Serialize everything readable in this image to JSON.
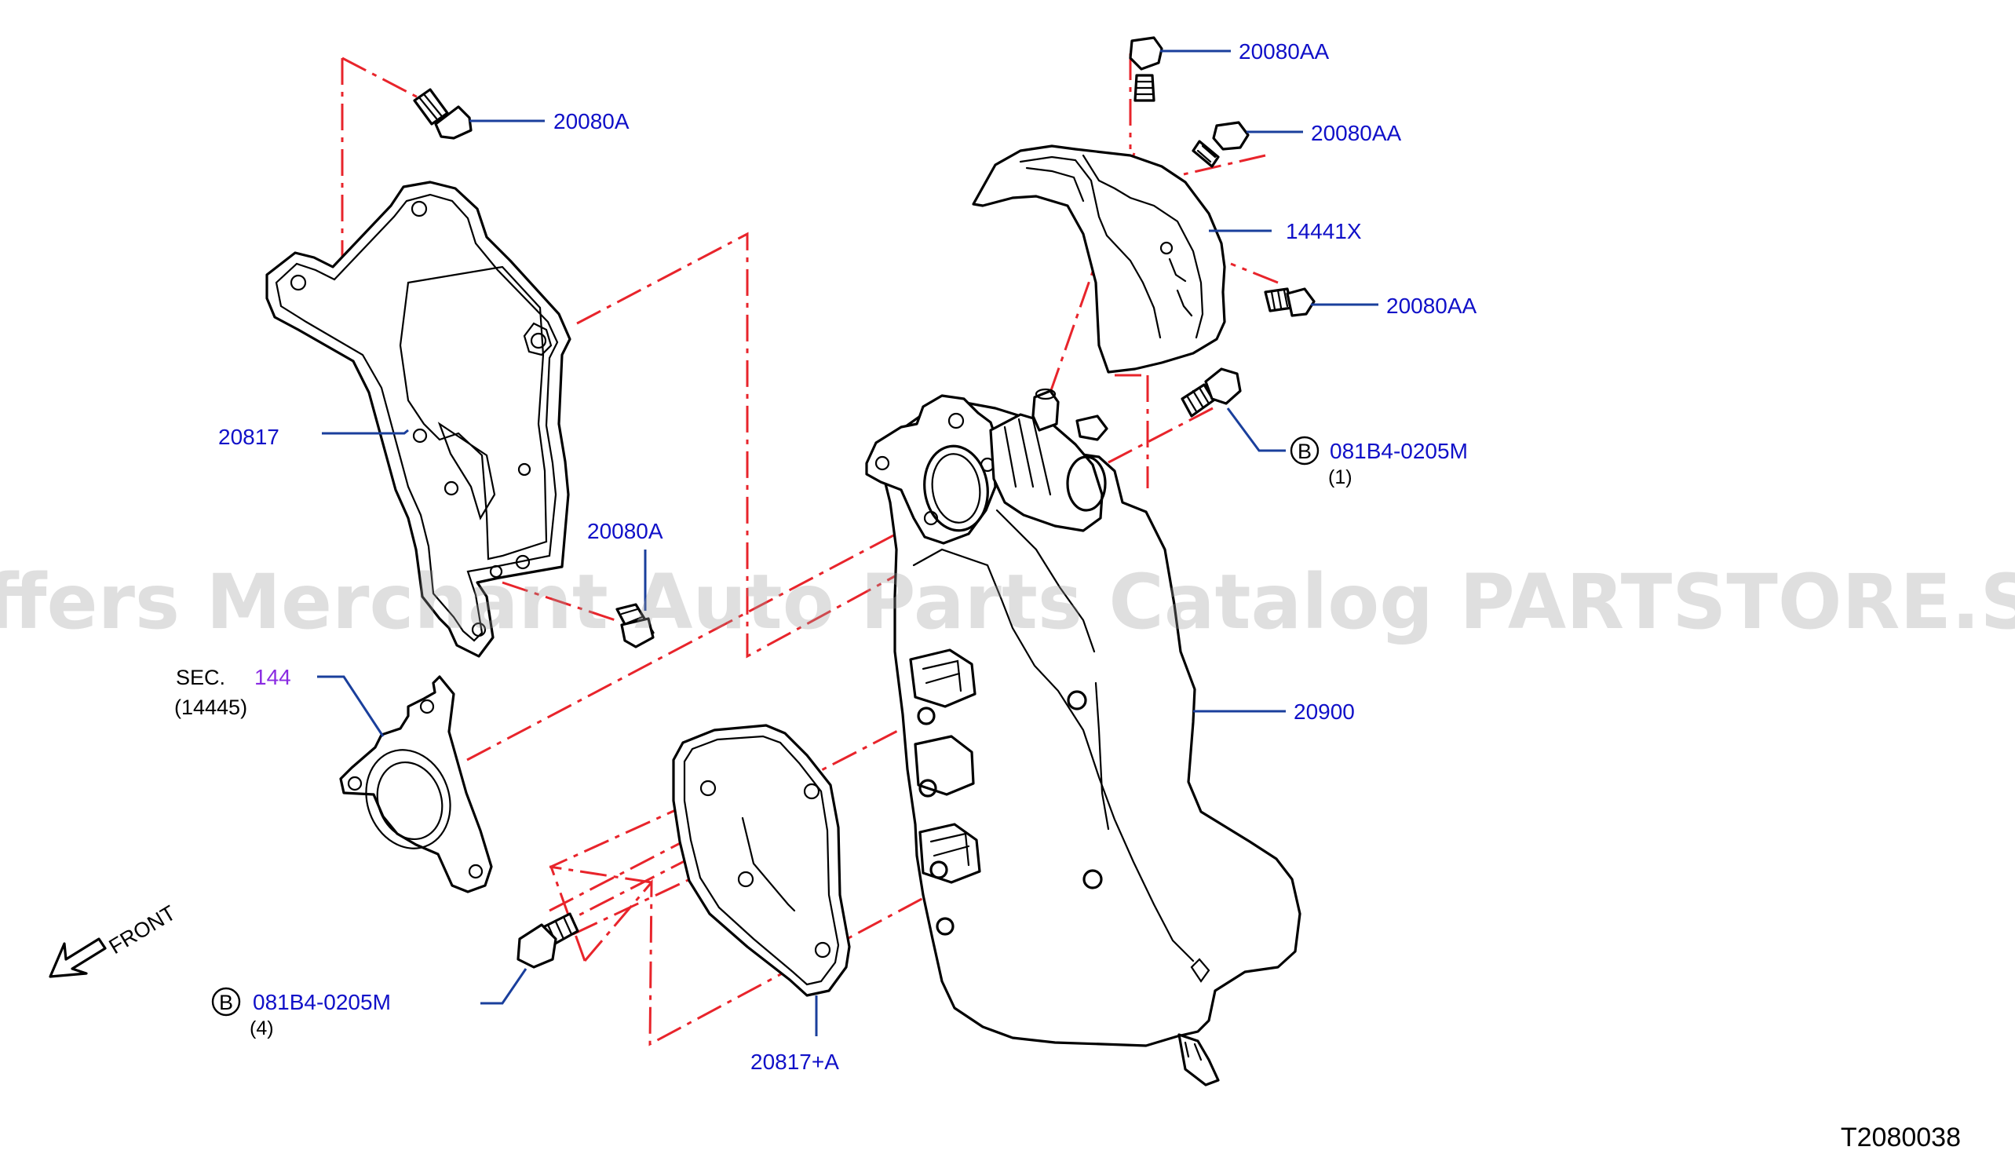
{
  "callouts": {
    "bolt_20080aa_top": "20080AA",
    "bolt_20080aa_mid": "20080AA",
    "bolt_20080aa_low": "20080AA",
    "heat_insulator_14441x": "14441X",
    "bolt_20080a_top": "20080A",
    "bolt_20080a_mid": "20080A",
    "heat_insulator_20817": "20817",
    "catalyst_converter_20900": "20900",
    "gasket_20817a": "20817+A",
    "bolt_081b4_right": "081B4-0205M",
    "bolt_081b4_left": "081B4-0205M"
  },
  "section_ref": {
    "prefix": "SEC.",
    "number": "144",
    "sub": "(14445)"
  },
  "bolt_type_marker": "B",
  "quantities": {
    "right": "(1)",
    "left": "(4)"
  },
  "front_label": "FRONT",
  "diagram_code": "T2080038",
  "watermark": "Offers Merchant Auto Parts Catalog PARTSTORE.SA",
  "colors": {
    "callout_text": "#1010c8",
    "section_number": "#8a2be2",
    "leader_line": "#1a3f9c",
    "center_line": "#e8242b"
  }
}
